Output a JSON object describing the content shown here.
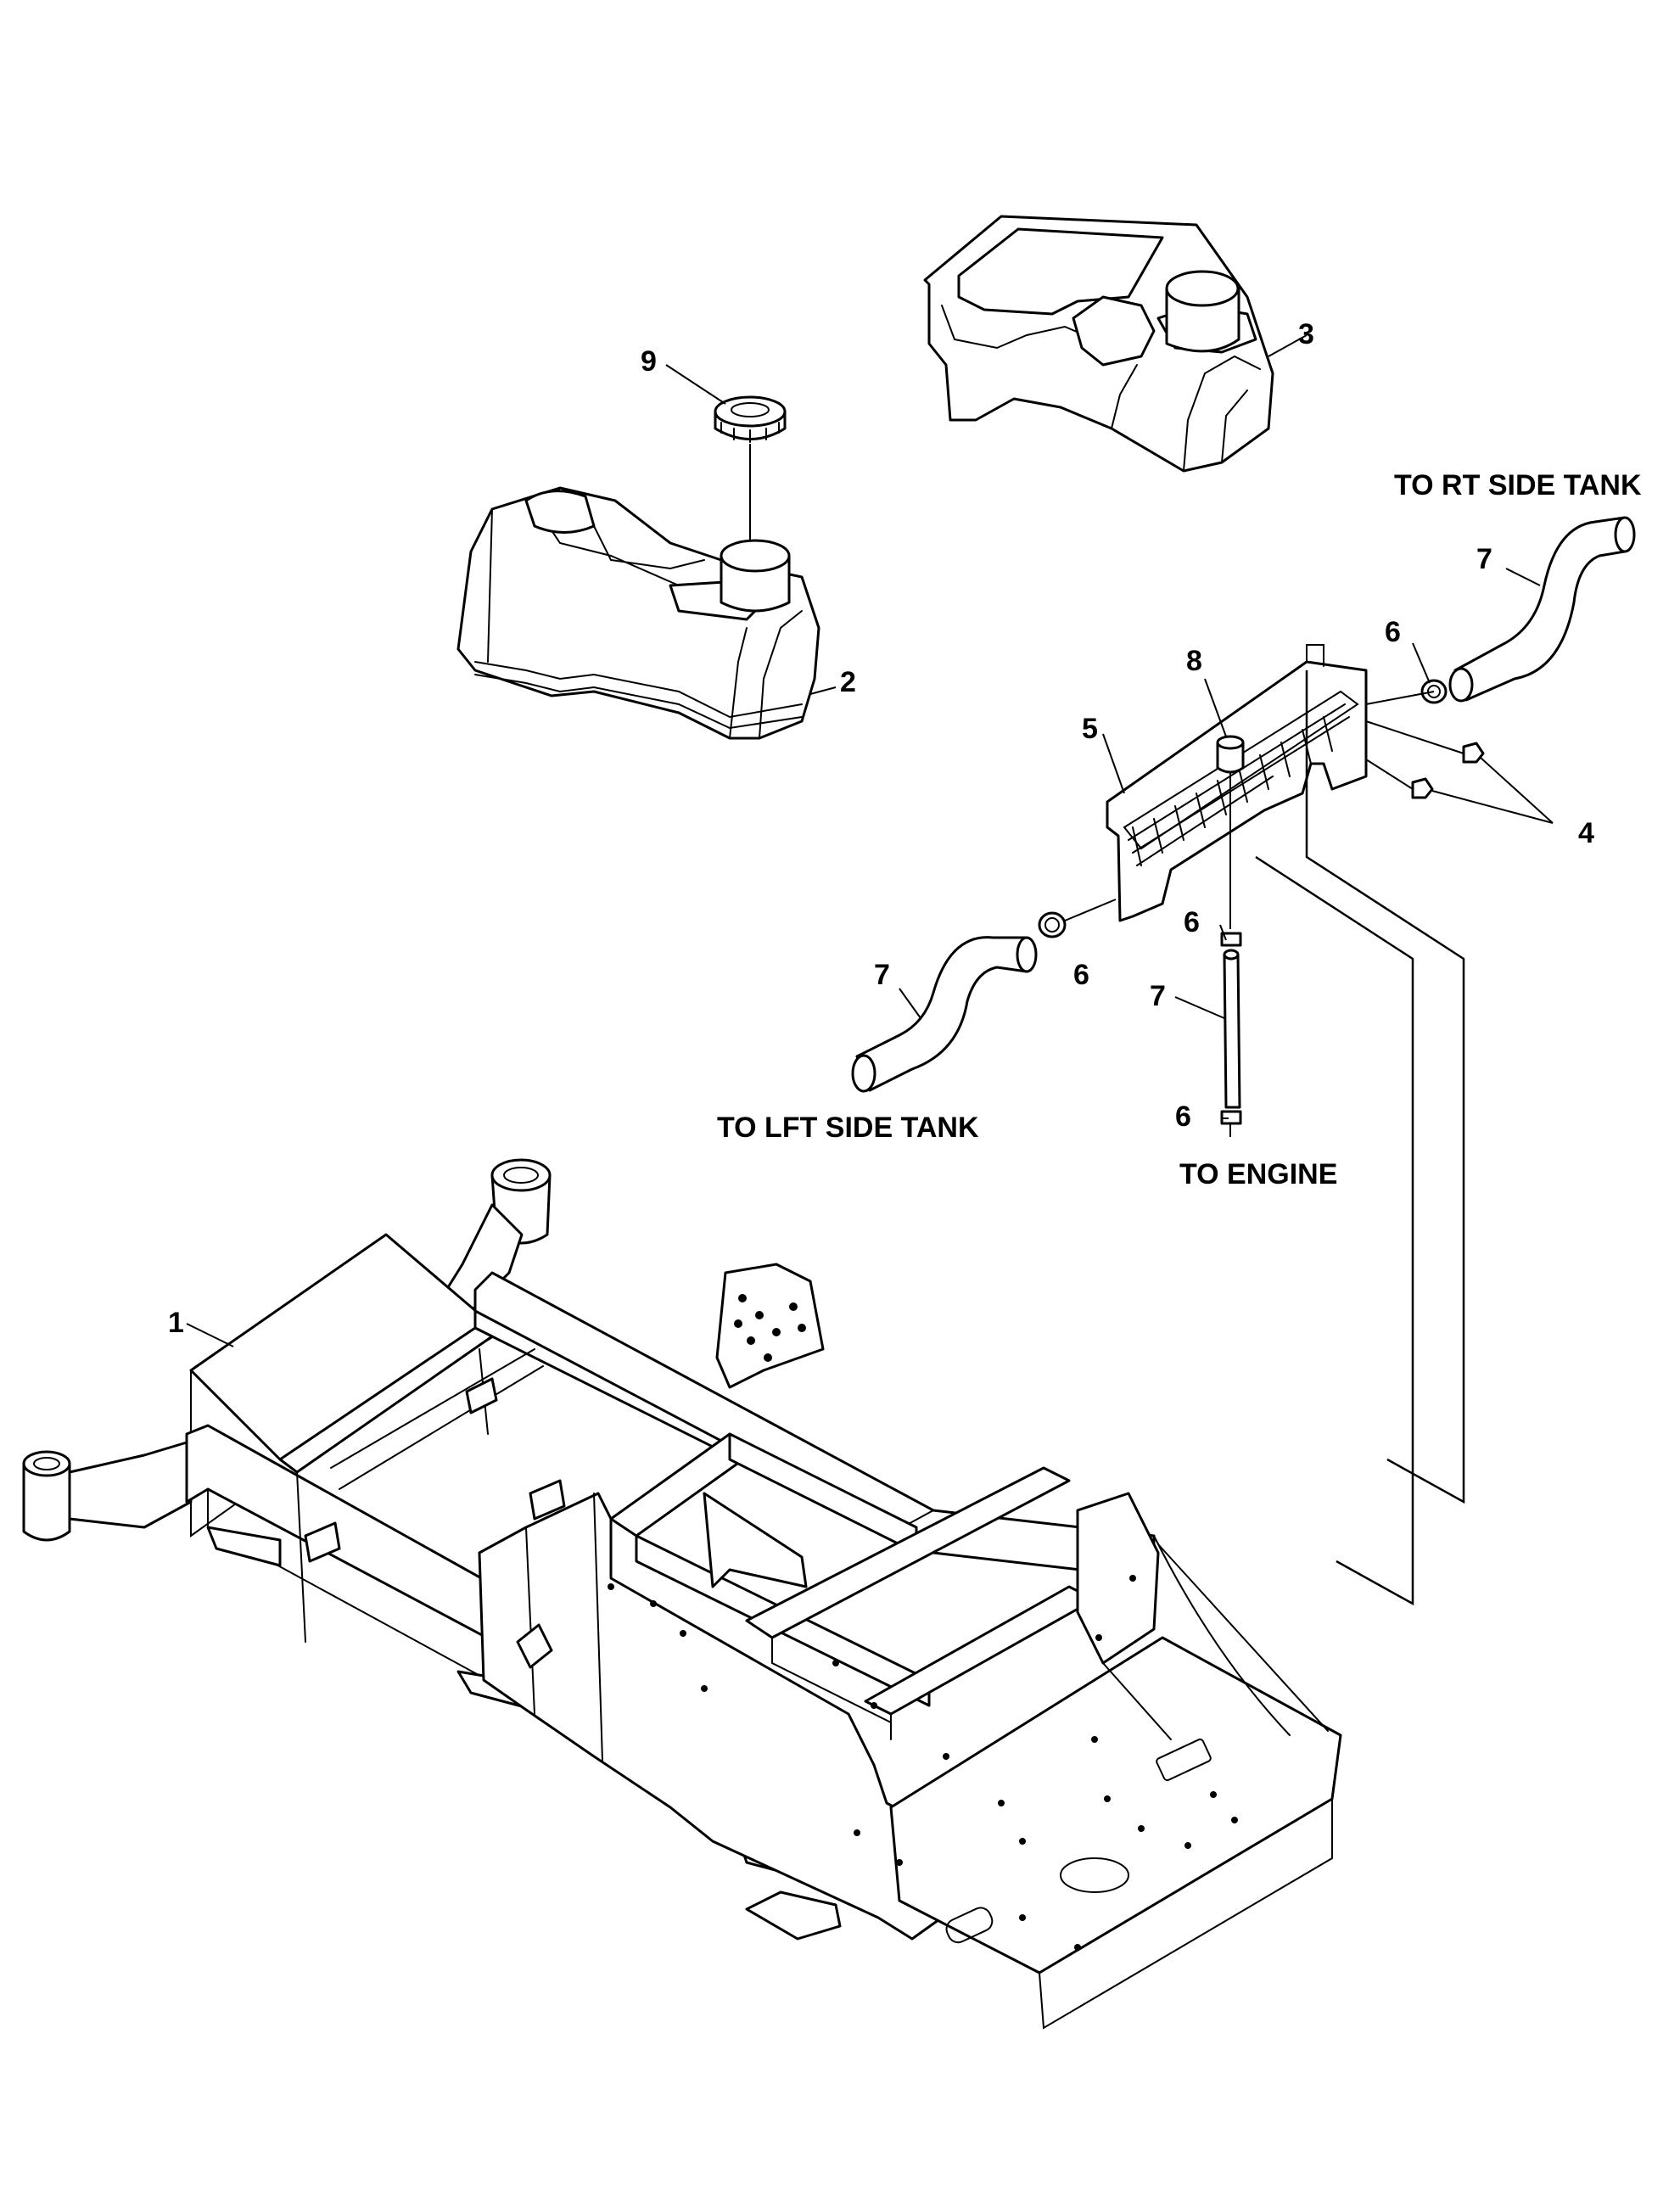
{
  "callouts": {
    "c1": "1",
    "c2": "2",
    "c3": "3",
    "c4": "4",
    "c5": "5",
    "c6a": "6",
    "c6b": "6",
    "c6c": "6",
    "c6d": "6",
    "c7a": "7",
    "c7b": "7",
    "c7c": "7",
    "c8": "8",
    "c9": "9"
  },
  "routing_labels": {
    "to_rt_side_tank": "TO RT SIDE TANK",
    "to_lft_side_tank": "TO LFT SIDE TANK",
    "to_engine": "TO ENGINE"
  },
  "colors": {
    "line": "#000000",
    "background": "#ffffff"
  }
}
